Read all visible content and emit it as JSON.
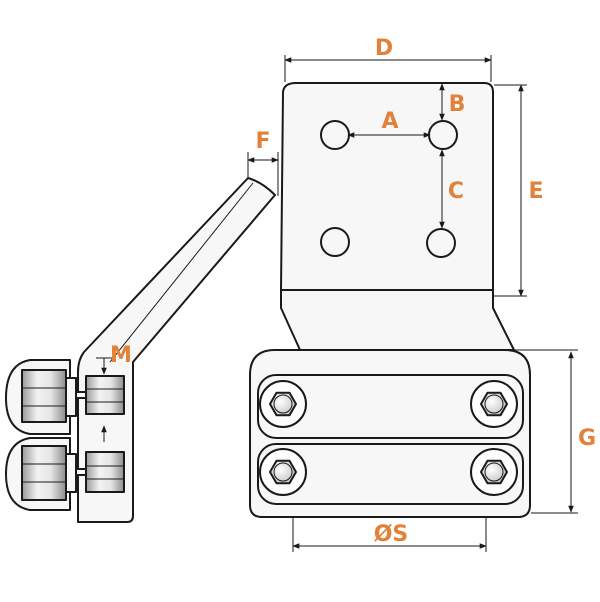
{
  "colors": {
    "line": "#1a1a1a",
    "label": "#e2823a",
    "face": "#f7f7f7",
    "nut_light": "#f2f2f2",
    "nut_shade": "#9a9a9a"
  },
  "labels": {
    "a": "A",
    "b": "B",
    "c": "C",
    "d": "D",
    "e": "E",
    "f": "F",
    "g": "G",
    "m": "M",
    "s": "ØS"
  }
}
